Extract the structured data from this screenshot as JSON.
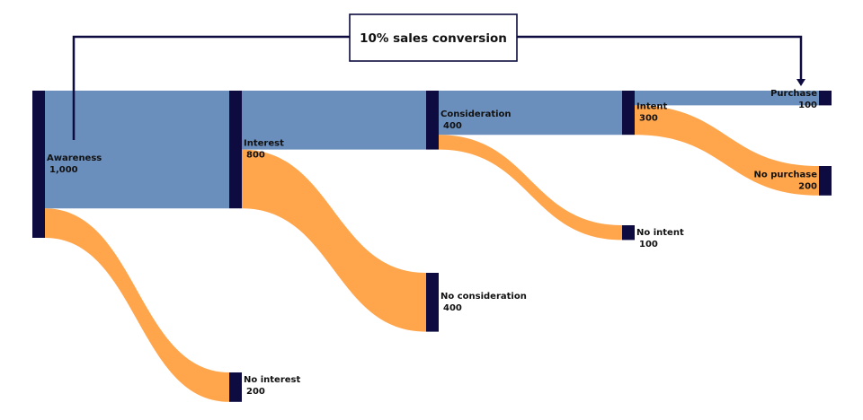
{
  "chart_data": {
    "type": "sankey",
    "annotation": "10% sales conversion",
    "colors": {
      "node": "#0d0b3f",
      "flow_main": "#6b8fbd",
      "flow_drop": "#ffa64d",
      "callout": "#0d0b3f"
    },
    "nodes": [
      {
        "id": "awareness",
        "name": "Awareness",
        "value_label": "1,000",
        "value": 1000,
        "stage": 0
      },
      {
        "id": "interest",
        "name": "Interest",
        "value_label": "800",
        "value": 800,
        "stage": 1
      },
      {
        "id": "no_interest",
        "name": "No interest",
        "value_label": "200",
        "value": 200,
        "stage": 1
      },
      {
        "id": "consideration",
        "name": "Consideration",
        "value_label": "400",
        "value": 400,
        "stage": 2
      },
      {
        "id": "no_consideration",
        "name": "No consideration",
        "value_label": "400",
        "value": 400,
        "stage": 2
      },
      {
        "id": "intent",
        "name": "Intent",
        "value_label": "300",
        "value": 300,
        "stage": 3
      },
      {
        "id": "no_intent",
        "name": "No intent",
        "value_label": "100",
        "value": 100,
        "stage": 3
      },
      {
        "id": "purchase",
        "name": "Purchase",
        "value_label": "100",
        "value": 100,
        "stage": 4
      },
      {
        "id": "no_purchase",
        "name": "No purchase",
        "value_label": "200",
        "value": 200,
        "stage": 4
      }
    ],
    "links": [
      {
        "source": "awareness",
        "target": "interest",
        "value": 800,
        "kind": "main"
      },
      {
        "source": "awareness",
        "target": "no_interest",
        "value": 200,
        "kind": "drop"
      },
      {
        "source": "interest",
        "target": "consideration",
        "value": 400,
        "kind": "main"
      },
      {
        "source": "interest",
        "target": "no_consideration",
        "value": 400,
        "kind": "drop"
      },
      {
        "source": "consideration",
        "target": "intent",
        "value": 300,
        "kind": "main"
      },
      {
        "source": "consideration",
        "target": "no_intent",
        "value": 100,
        "kind": "drop"
      },
      {
        "source": "intent",
        "target": "purchase",
        "value": 100,
        "kind": "main"
      },
      {
        "source": "intent",
        "target": "no_purchase",
        "value": 200,
        "kind": "drop"
      }
    ]
  }
}
